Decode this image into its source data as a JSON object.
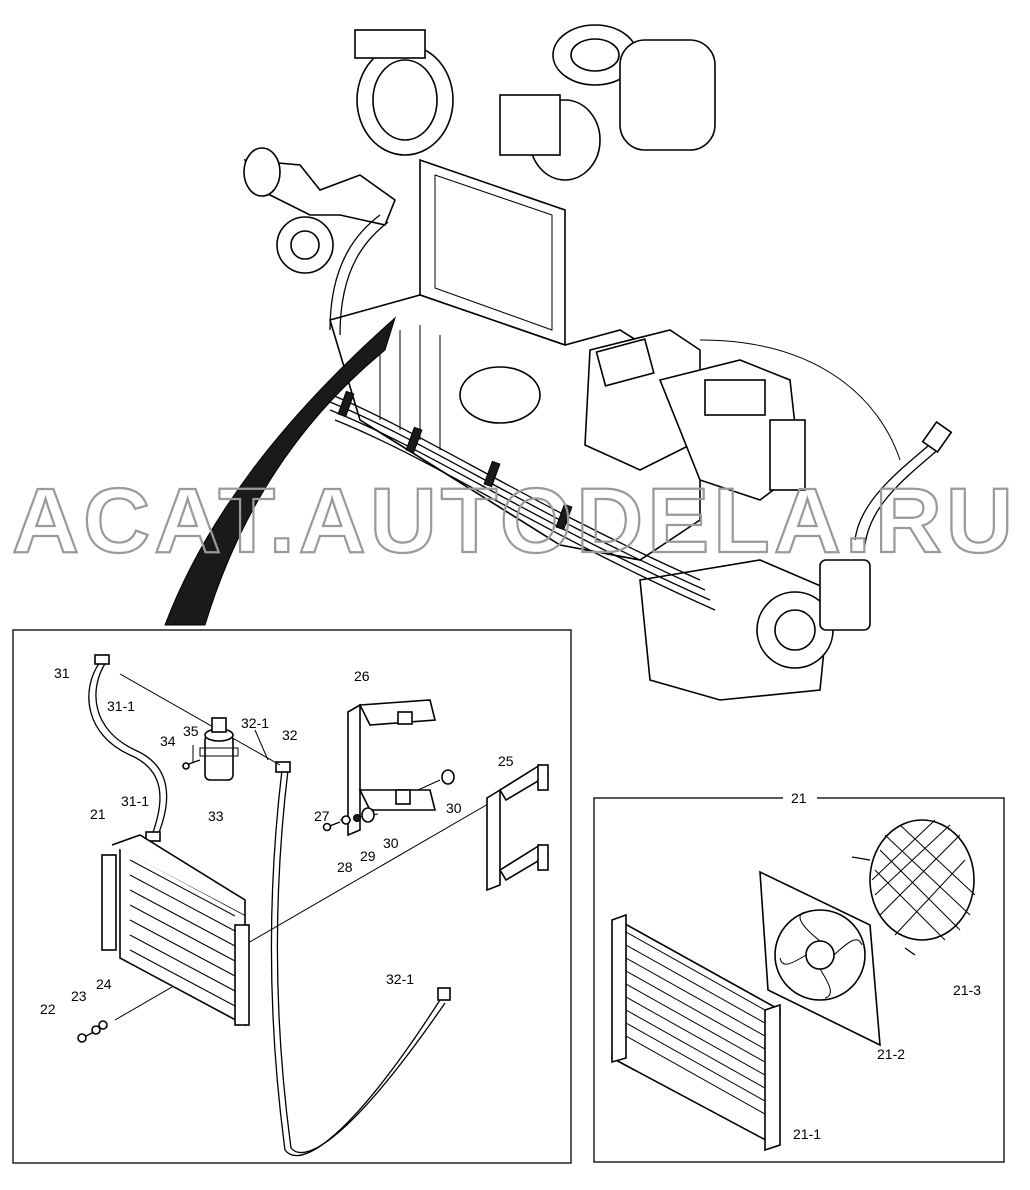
{
  "watermark": "ACAT.AUTODELA.RU",
  "engine_assembly": {
    "icon": "engine-assembly-drawing"
  },
  "left_panel": {
    "labels": {
      "p31": "31",
      "p31_1a": "31-1",
      "p35": "35",
      "p34": "34",
      "p32_1a": "32-1",
      "p32": "32",
      "p33": "33",
      "p31_1b": "31-1",
      "p21": "21",
      "p26": "26",
      "p25": "25",
      "p30a": "30",
      "p27": "27",
      "p29": "29",
      "p30b": "30",
      "p28": "28",
      "p22": "22",
      "p23": "23",
      "p24": "24",
      "p32_1b": "32-1"
    }
  },
  "right_panel": {
    "title": "21",
    "labels": {
      "p21_1": "21-1",
      "p21_2": "21-2",
      "p21_3": "21-3"
    }
  }
}
